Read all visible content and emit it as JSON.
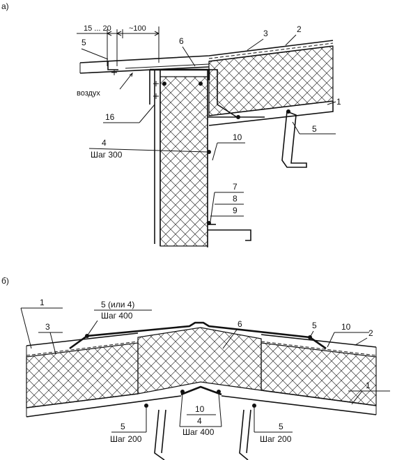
{
  "figure_a": {
    "letter": "а)",
    "dim_gap": "15 ... 20",
    "dim_overhang": "~100",
    "air_label": "воздух",
    "callouts": [
      "1",
      "2",
      "3",
      "4",
      "5",
      "5",
      "6",
      "7",
      "8",
      "9",
      "10",
      "16"
    ],
    "step_4": "Шаг 300"
  },
  "figure_b": {
    "letter": "б)",
    "callouts": [
      "1",
      "1",
      "2",
      "3",
      "5 (или 4)",
      "5",
      "6",
      "10",
      "10",
      "4",
      "5",
      "5"
    ],
    "step_ridge_left": "Шаг 400",
    "step_4_bottom": "Шаг 400",
    "step_5_left": "Шаг 200",
    "step_5_right": "Шаг 200"
  }
}
